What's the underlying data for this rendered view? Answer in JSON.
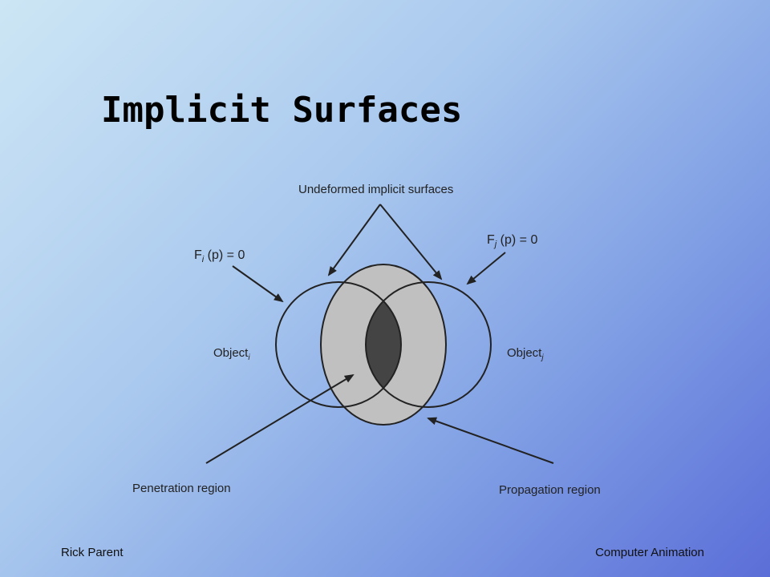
{
  "slide": {
    "title": "Implicit Surfaces"
  },
  "diagram": {
    "label_undeformed": "Undeformed implicit surfaces",
    "label_fi": {
      "main": "F",
      "sub": "i",
      "rest": " (p) = 0"
    },
    "label_fj": {
      "main": "F",
      "sub": "j",
      "rest": " (p) = 0"
    },
    "label_object_i": {
      "main": "Object",
      "sub": "i"
    },
    "label_object_j": {
      "main": "Object",
      "sub": "j"
    },
    "label_penetration": "Penetration region",
    "label_propagation": "Propagation region",
    "colors": {
      "propagation_fill": "#c0c0c0",
      "penetration_fill": "#444444",
      "stroke": "#222222"
    }
  },
  "footer": {
    "author": "Rick Parent",
    "course": "Computer Animation"
  }
}
